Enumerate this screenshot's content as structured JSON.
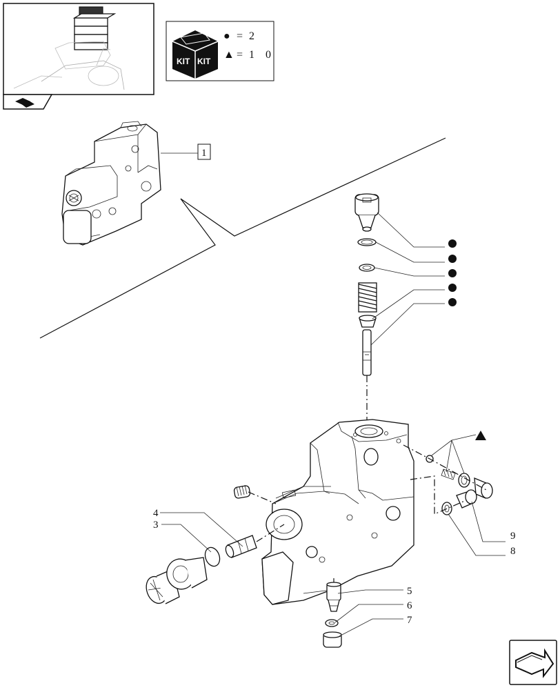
{
  "kit_legend": {
    "kit_label": "KIT",
    "dot_symbol": "●",
    "dot_eq": "=",
    "dot_value": "2",
    "triangle_symbol": "▲",
    "triangle_eq": "=",
    "triangle_value": "1 0"
  },
  "assembly_ref": "1",
  "callouts": {
    "c3": "3",
    "c4": "4",
    "c5": "5",
    "c6": "6",
    "c7": "7",
    "c8": "8",
    "c9": "9"
  },
  "colors": {
    "line": "#111111",
    "background": "#ffffff"
  },
  "icons": [
    "tractor-thumbnail",
    "book-icon",
    "kit-box-icon",
    "next-page-arrow-icon"
  ]
}
